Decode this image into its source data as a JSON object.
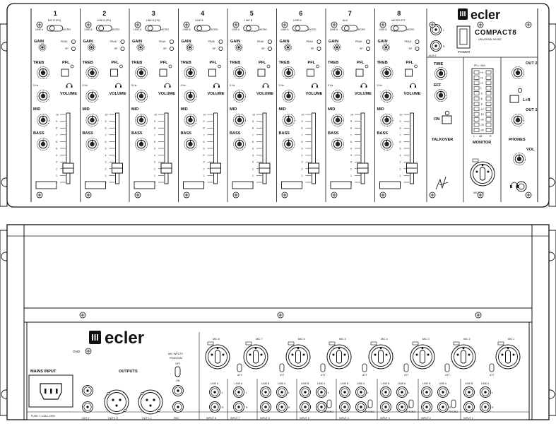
{
  "front": {
    "brand": "ecler",
    "model": "COMPACT8",
    "model_sub": "UNIVERSAL MIXER",
    "power_label": "POWER",
    "aux_label": "AUX 9",
    "aux_jacks": [
      "L",
      "R"
    ],
    "channels": [
      {
        "number": "1",
        "mode": "MIC B (PH)",
        "left_opt": "LINE A",
        "right_opt": "MICRO"
      },
      {
        "number": "2",
        "mode": "LINE B (PH)",
        "left_opt": "LINE A",
        "right_opt": "MICRO"
      },
      {
        "number": "3",
        "mode": "LINE B (PH)",
        "left_opt": "LINE A",
        "right_opt": "MICRO"
      },
      {
        "number": "4",
        "mode": "LINE B",
        "left_opt": "LINE A",
        "right_opt": "MICRO"
      },
      {
        "number": "5",
        "mode": "LINE B",
        "left_opt": "LINE A",
        "right_opt": "MICRO"
      },
      {
        "number": "6",
        "mode": "LINE B",
        "left_opt": "LINE A",
        "right_opt": "MICRO"
      },
      {
        "number": "7",
        "mode": "AUX",
        "left_opt": "LINE A",
        "right_opt": "MICRO"
      },
      {
        "number": "8",
        "mode": "MICRO ATT",
        "left_opt": "LINE A",
        "right_opt": "MICRO"
      }
    ],
    "strip_labels": {
      "gain": "GAIN",
      "peak": "PEAK",
      "sp": "SP",
      "treb": "TREB",
      "pfl": "PFL",
      "hz": "5 Hz",
      "volume": "VOLUME",
      "mid": "MID",
      "bass": "BASS"
    },
    "fader_scale": [
      "10",
      "9",
      "8",
      "7",
      "6",
      "5",
      "4",
      "3",
      "2",
      "1",
      "0"
    ],
    "talkover": {
      "time": "TIME",
      "eff": "EFF",
      "on": "ON",
      "title": "TALKOVER"
    },
    "monitor": {
      "meter_header": "PFL / MIX",
      "meter_scale": [
        "+9",
        "+6",
        "+3",
        "0",
        "-3",
        "-6",
        "-9",
        "-12",
        "-15",
        "-20",
        "-25",
        "-30"
      ],
      "meter_foot": [
        "L",
        "dB",
        "R"
      ],
      "title": "MONITOR",
      "mic_label": "MICRO 9"
    },
    "outputs": {
      "out2": "OUT 2",
      "lr": "L+R",
      "out1": "OUT 1",
      "phones": "PHONES",
      "vol": "VOL"
    }
  },
  "rear": {
    "brand": "ecler",
    "gnd": "GND",
    "mains": "MAINS INPUT",
    "fuse": "FUSE: T 0.5A L 250V",
    "outputs_title": "OUTPUTS",
    "out_labels": [
      "OUT 2",
      "OUT 1 R",
      "OUT 1 L",
      "REC"
    ],
    "phantom": [
      "MIC INPUTS",
      "PHANTOM",
      "OFF",
      "ON"
    ],
    "mic_labels": [
      "MIC 8",
      "MIC 7",
      "MIC 6",
      "MIC 5",
      "MIC 4",
      "MIC 3",
      "MIC 2",
      "MIC 1"
    ],
    "att": "ATT",
    "inputs": [
      {
        "label": "INPUT 8",
        "lines": [
          "LINE A"
        ]
      },
      {
        "label": "INPUT 7",
        "lines": [
          "LINE A"
        ]
      },
      {
        "label": "INPUT 6",
        "lines": [
          "LINE B",
          "LINE A"
        ]
      },
      {
        "label": "INPUT 5",
        "lines": [
          "LINE B",
          "LINE A"
        ]
      },
      {
        "label": "INPUT 4",
        "lines": [
          "LINE B",
          "LINE A"
        ]
      },
      {
        "label": "INPUT 3",
        "lines": [
          "LINE B",
          "LINE A"
        ]
      },
      {
        "label": "INPUT 2",
        "lines": [
          "LINE B",
          "LINE A"
        ]
      },
      {
        "label": "INPUT 1",
        "lines": [
          "LINE B",
          "LINE A"
        ]
      }
    ],
    "phono": "PHONO",
    "lr": [
      "L",
      "R"
    ]
  }
}
